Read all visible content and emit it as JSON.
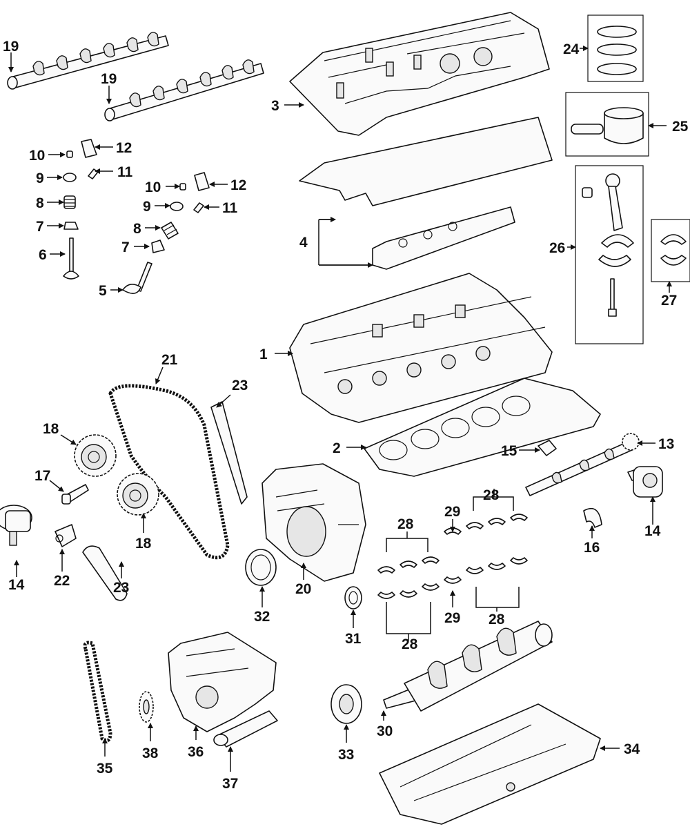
{
  "labels": {
    "l1": "1",
    "l2": "2",
    "l3": "3",
    "l4": "4",
    "l5": "5",
    "l6": "6",
    "l7a": "7",
    "l7b": "7",
    "l8a": "8",
    "l8b": "8",
    "l9a": "9",
    "l9b": "9",
    "l10a": "10",
    "l10b": "10",
    "l11a": "11",
    "l11b": "11",
    "l12a": "12",
    "l12b": "12",
    "l13": "13",
    "l14a": "14",
    "l14b": "14",
    "l15": "15",
    "l16": "16",
    "l17": "17",
    "l18a": "18",
    "l18b": "18",
    "l19a": "19",
    "l19b": "19",
    "l20": "20",
    "l21": "21",
    "l22": "22",
    "l23a": "23",
    "l23b": "23",
    "l24": "24",
    "l25": "25",
    "l26": "26",
    "l27": "27",
    "l28a": "28",
    "l28b": "28",
    "l28c": "28",
    "l28d": "28",
    "l29a": "29",
    "l29b": "29",
    "l30": "30",
    "l31": "31",
    "l32": "32",
    "l33": "33",
    "l34": "34",
    "l35": "35",
    "l36": "36",
    "l37": "37",
    "l38": "38"
  }
}
